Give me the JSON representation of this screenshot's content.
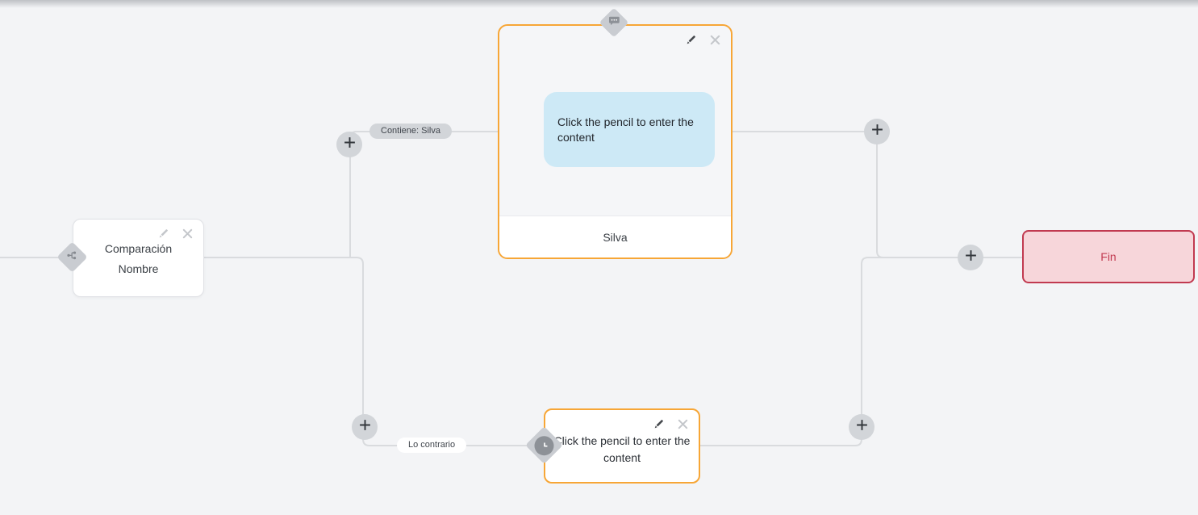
{
  "theme": {
    "bg": "#f3f4f6",
    "edge": "#d9dbde",
    "orange": "#f7a636",
    "red": "#c13a50",
    "pink": "#f7d6da",
    "bubble": "#cde9f6",
    "pill-gray": "#d2d5d9",
    "diamond": "#c9ccd1",
    "plus-bg": "#d2d5d9",
    "icon-dark": "#46494e",
    "icon-light": "#c4c7cb",
    "text": "#3b4046"
  },
  "nodes": {
    "condition": {
      "title_line1": "Comparación",
      "title_line2": "Nombre"
    },
    "message": {
      "bubble_text": "Click the pencil to enter the content",
      "footer_label": "Silva"
    },
    "wait": {
      "text": "Click the pencil to enter the content"
    },
    "end": {
      "label": "Fin"
    }
  },
  "edge_labels": {
    "top_branch": "Contiene: Silva",
    "bottom_branch": "Lo contrario"
  }
}
